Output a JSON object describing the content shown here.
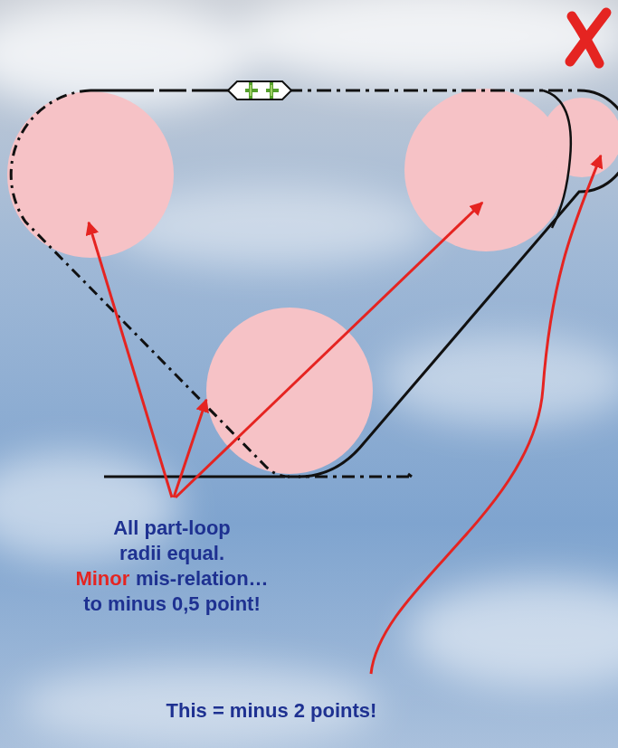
{
  "diagram": {
    "labels": [
      "All part-loop radii equal.",
      "Minor",
      "mis-relation…",
      "to minus 0,5 point!",
      "This = minus 2 points!"
    ]
  }
}
